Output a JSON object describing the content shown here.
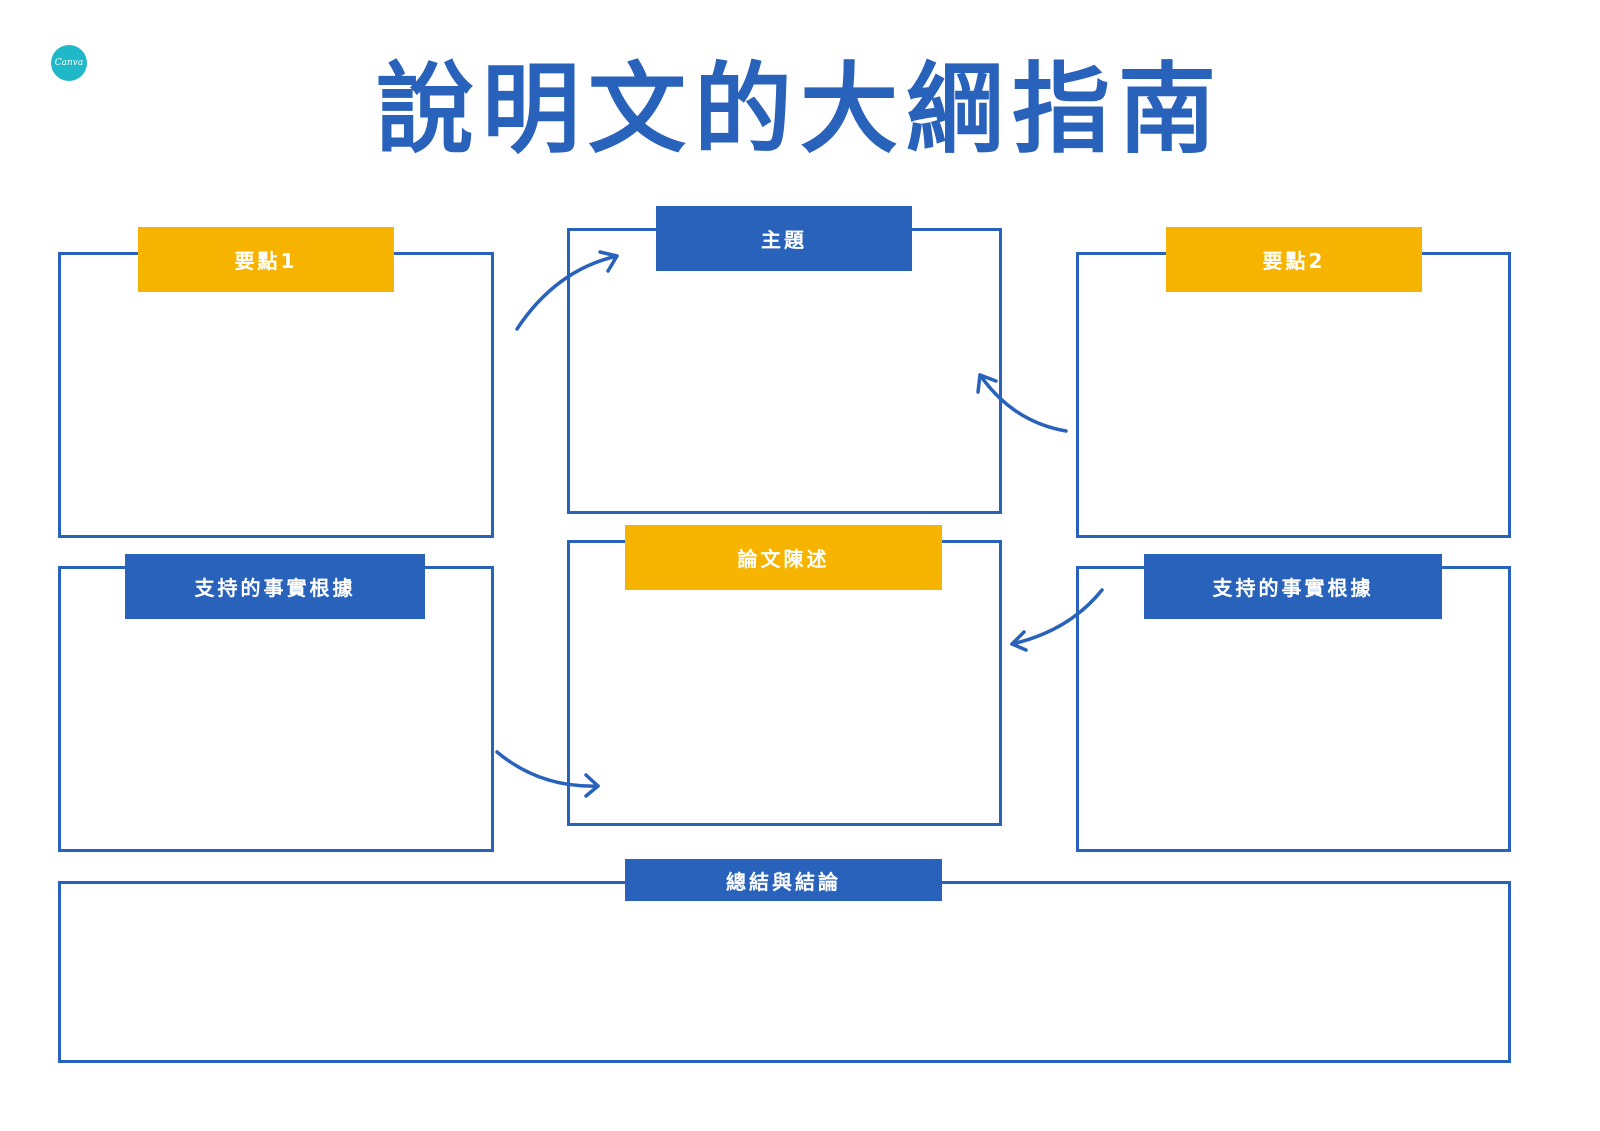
{
  "logo": {
    "text": "Canva"
  },
  "title": "說明文的大綱指南",
  "colors": {
    "blue": "#2962bb",
    "yellow": "#f6b400",
    "logo": "#1fb8c9"
  },
  "boxes": {
    "point1": {
      "label": "要點1"
    },
    "topic": {
      "label": "主題"
    },
    "point2": {
      "label": "要點2"
    },
    "evidence_left": {
      "label": "支持的事實根據"
    },
    "thesis": {
      "label": "論文陳述"
    },
    "evidence_right": {
      "label": "支持的事實根據"
    },
    "conclusion": {
      "label": "總結與結論"
    }
  }
}
